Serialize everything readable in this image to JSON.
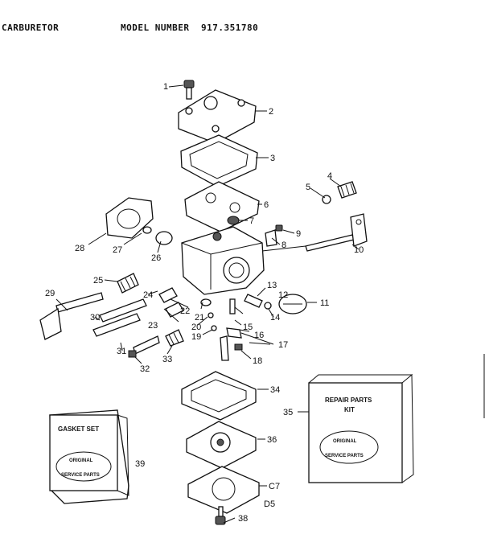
{
  "header": {
    "title": "CARBURETOR",
    "model_label": "MODEL NUMBER",
    "model_number": "917.351780"
  },
  "callouts": [
    "1",
    "2",
    "3",
    "4",
    "5",
    "6",
    "7",
    "8",
    "9",
    "10",
    "11",
    "12",
    "13",
    "14",
    "15",
    "16",
    "17",
    "18",
    "19",
    "20",
    "21",
    "22",
    "23",
    "24",
    "25",
    "26",
    "27",
    "28",
    "29",
    "30",
    "31",
    "32",
    "33",
    "34",
    "35",
    "36",
    "C7",
    "38",
    "39",
    "D5"
  ],
  "gasket_set": {
    "title": "GASKET SET",
    "oval_top": "ORIGINAL",
    "oval_bottom": "SERVICE PARTS"
  },
  "repair_kit": {
    "title_line1": "REPAIR PARTS",
    "title_line2": "KIT",
    "oval_top": "ORIGINAL",
    "oval_bottom": "SERVICE PARTS"
  }
}
